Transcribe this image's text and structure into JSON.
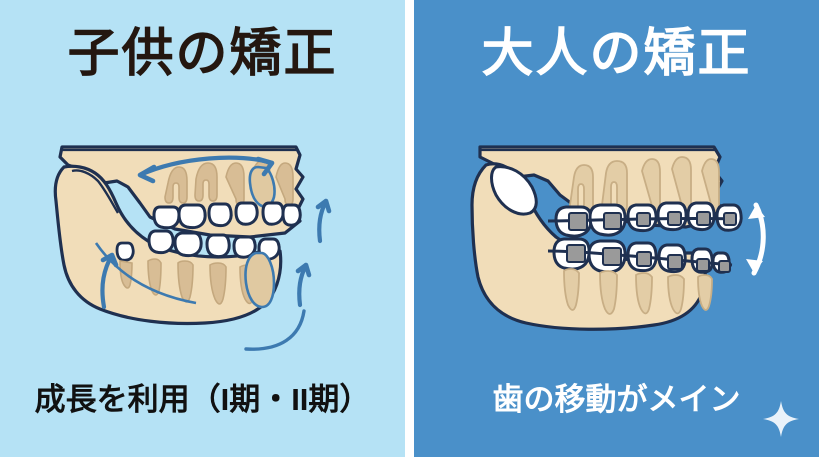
{
  "figure": {
    "type": "comparison-infographic",
    "subject": "orthodontic-treatment-child-vs-adult",
    "panel_count": 2
  },
  "colors": {
    "left_background": "#b5e2f5",
    "right_background": "#4a90c9",
    "divider": "#ffffff",
    "bone_fill": "#f1ddb9",
    "root_fill": "#d8bd95",
    "tooth_fill": "#ffffff",
    "outline": "#1f3050",
    "arrow_blue": "#3d7ab0",
    "arrow_white": "#ffffff",
    "bracket_gray": "#9a9a9a",
    "left_title_text": "#241710",
    "left_caption_text": "#111111",
    "right_title_text": "#ffffff",
    "right_caption_text": "#ffffff"
  },
  "left_panel": {
    "title": "子供の矯正",
    "caption": "成長を利用（I期・II期）",
    "illustration": {
      "name": "child-jaw-growth-diagram",
      "description": "Side view of a child's skull jaw with developing permanent teeth buds and blue growth-direction arrows",
      "arrows": [
        {
          "name": "maxilla-forward-backward-arrow",
          "style": "double-headed-curve",
          "color": "#3d7ab0"
        },
        {
          "name": "mandible-upward-arrow",
          "style": "single-head-curve",
          "color": "#3d7ab0"
        },
        {
          "name": "posterior-growth-arrow-upper",
          "style": "single-head-curve",
          "color": "#3d7ab0"
        },
        {
          "name": "posterior-growth-arrow-lower",
          "style": "single-head-curve",
          "color": "#3d7ab0"
        },
        {
          "name": "ramus-growth-arrow",
          "style": "single-head-curve",
          "color": "#3d7ab0"
        }
      ],
      "features": [
        "developing tooth buds",
        "unerupted molar",
        "growth vectors"
      ]
    }
  },
  "right_panel": {
    "title": "大人の矯正",
    "caption": "歯の移動がメイン",
    "sparkle_icon": "sparkle-icon",
    "illustration": {
      "name": "adult-jaw-braces-diagram",
      "description": "Side view of an adult skull jaw with fixed braces brackets and archwire on upper and lower teeth",
      "arrows": [
        {
          "name": "tooth-movement-arrow",
          "style": "double-headed-curve",
          "color": "#ffffff"
        }
      ],
      "features": [
        "metal brackets",
        "archwire",
        "fully erupted roots"
      ],
      "bracket_count_upper": 6,
      "bracket_count_lower": 6
    }
  }
}
